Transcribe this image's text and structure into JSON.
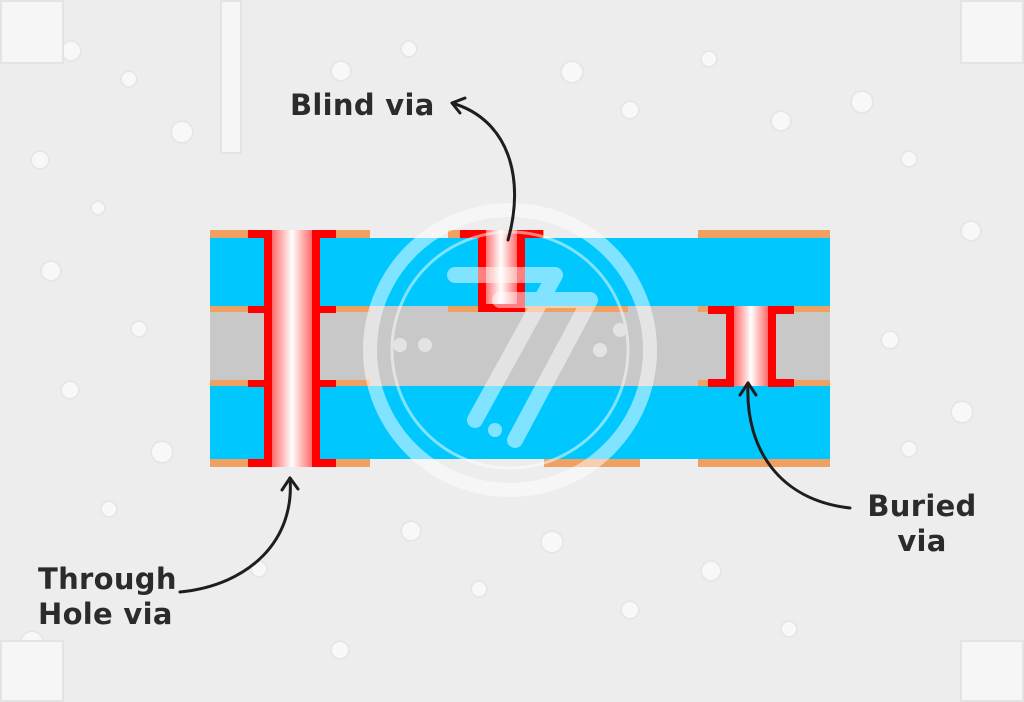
{
  "labels": {
    "blind_via": "Blind via",
    "buried_via_line1": "Buried",
    "buried_via_line2": "via",
    "through_hole_line1": "Through",
    "through_hole_line2": "Hole via"
  },
  "colors": {
    "background": "#ededed",
    "dielectric": "#00c8ff",
    "core": "#c8c8c8",
    "copper_pad": "#f0a060",
    "via_plating": "#ff0000",
    "label_text": "#2b2b2b",
    "watermark": "#ffffff"
  },
  "icons": {
    "watermark": "circuit-logo-watermark"
  }
}
